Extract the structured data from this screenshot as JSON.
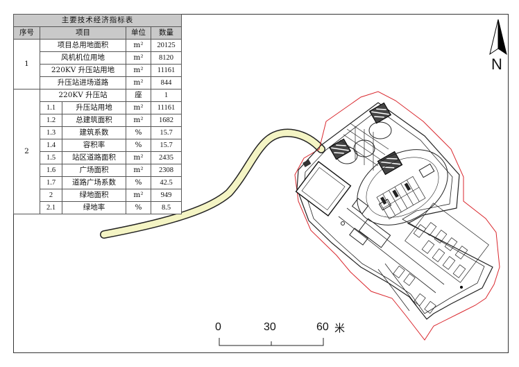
{
  "table": {
    "title": "主要技术经济指标表",
    "headers": [
      "序号",
      "项目",
      "单位",
      "数量"
    ],
    "groups": [
      {
        "seq": "1",
        "rows": [
          {
            "item": "项目总用地面积",
            "unit": "m²",
            "value": "20125"
          },
          {
            "item": "风机机位用地",
            "unit": "m²",
            "value": "8120"
          },
          {
            "item": "220KV 升压站用地",
            "unit": "m²",
            "value": "11161"
          },
          {
            "item": "升压站进场道路",
            "unit": "m²",
            "value": "844"
          }
        ]
      },
      {
        "seq": "2",
        "head": {
          "item": "220KV 升压站",
          "unit": "座",
          "value": "1"
        },
        "rows": [
          {
            "sub": "1.1",
            "item": "升压站用地",
            "unit": "m²",
            "value": "11161"
          },
          {
            "sub": "1.2",
            "item": "总建筑面积",
            "unit": "m²",
            "value": "1682"
          },
          {
            "sub": "1.3",
            "item": "建筑系数",
            "unit": "%",
            "value": "15.7"
          },
          {
            "sub": "1.4",
            "item": "容积率",
            "unit": "%",
            "value": "15.7"
          },
          {
            "sub": "1.5",
            "item": "站区道路面积",
            "unit": "m²",
            "value": "2435"
          },
          {
            "sub": "1.6",
            "item": "广场面积",
            "unit": "m²",
            "value": "2308"
          },
          {
            "sub": "1.7",
            "item": "道路广场系数",
            "unit": "%",
            "value": "42.5"
          },
          {
            "sub": "2",
            "item": "绿地面积",
            "unit": "m²",
            "value": "949"
          },
          {
            "sub": "2.1",
            "item": "绿地率",
            "unit": "%",
            "value": "8.5"
          }
        ]
      }
    ]
  },
  "north_label": "N",
  "scale": {
    "ticks": [
      "0",
      "30",
      "60"
    ],
    "unit": "米"
  },
  "colors": {
    "boundary": "#d9262c",
    "road_fill": "#f4f4c4",
    "table_header": "#c9c9c9"
  }
}
